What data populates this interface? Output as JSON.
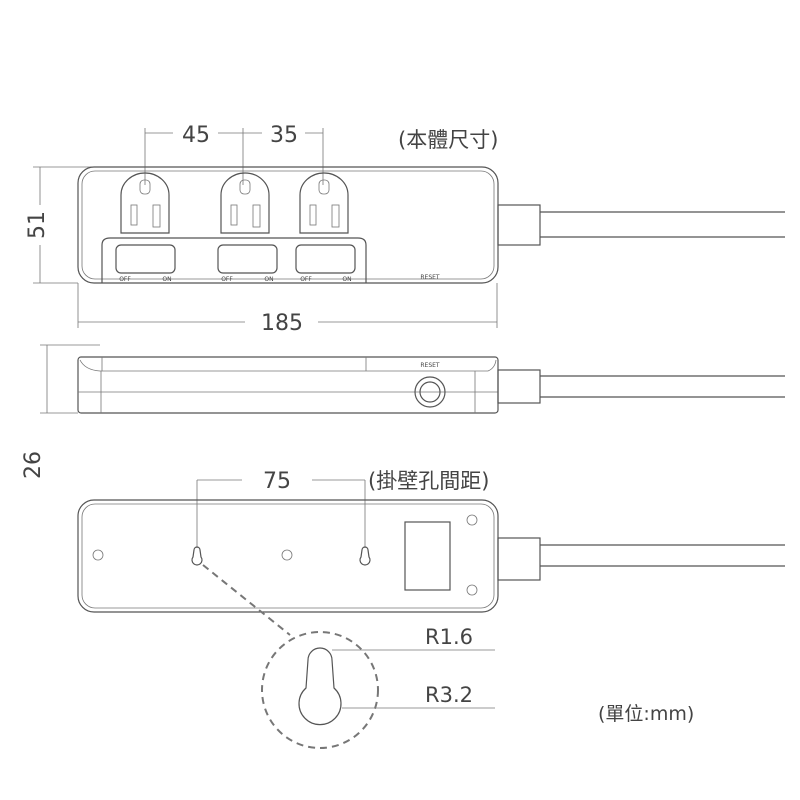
{
  "top_view": {
    "dim_outlet_1_2": "45",
    "dim_outlet_2_3": "35",
    "caption": "(本體尺寸)",
    "height": "51",
    "length": "185",
    "switches": [
      {
        "off": "OFF",
        "on": "ON"
      },
      {
        "off": "OFF",
        "on": "ON"
      },
      {
        "off": "OFF",
        "on": "ON"
      }
    ],
    "reset": "RESET"
  },
  "side_view": {
    "reset": "RESET",
    "thickness": "26"
  },
  "back_view": {
    "hole_spacing": "75",
    "caption": "(掛壁孔間距)",
    "small_radius": "R1.6",
    "large_radius": "R3.2"
  },
  "unit_note": "(單位:mm)"
}
